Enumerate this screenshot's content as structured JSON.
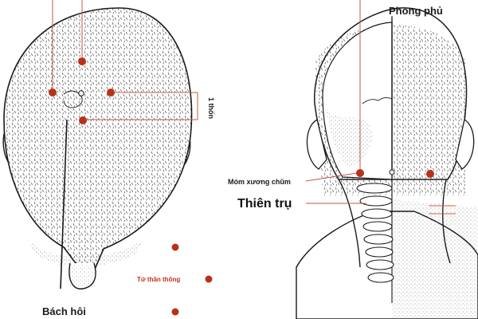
{
  "labels": {
    "bach_hoi": "Bách hôi",
    "mot_thon": "1 thốn",
    "tu_than_thong": "Tứ thần thông",
    "phong_phu": "Phong phủ",
    "mom_xuong_chum": "Mỏm xương chũm",
    "thien_tru": "Thiên trụ"
  },
  "colors": {
    "point": "#b8321a",
    "leader": "#c45a4a",
    "ink": "#1a1a1a",
    "label_red": "#c4301c"
  }
}
